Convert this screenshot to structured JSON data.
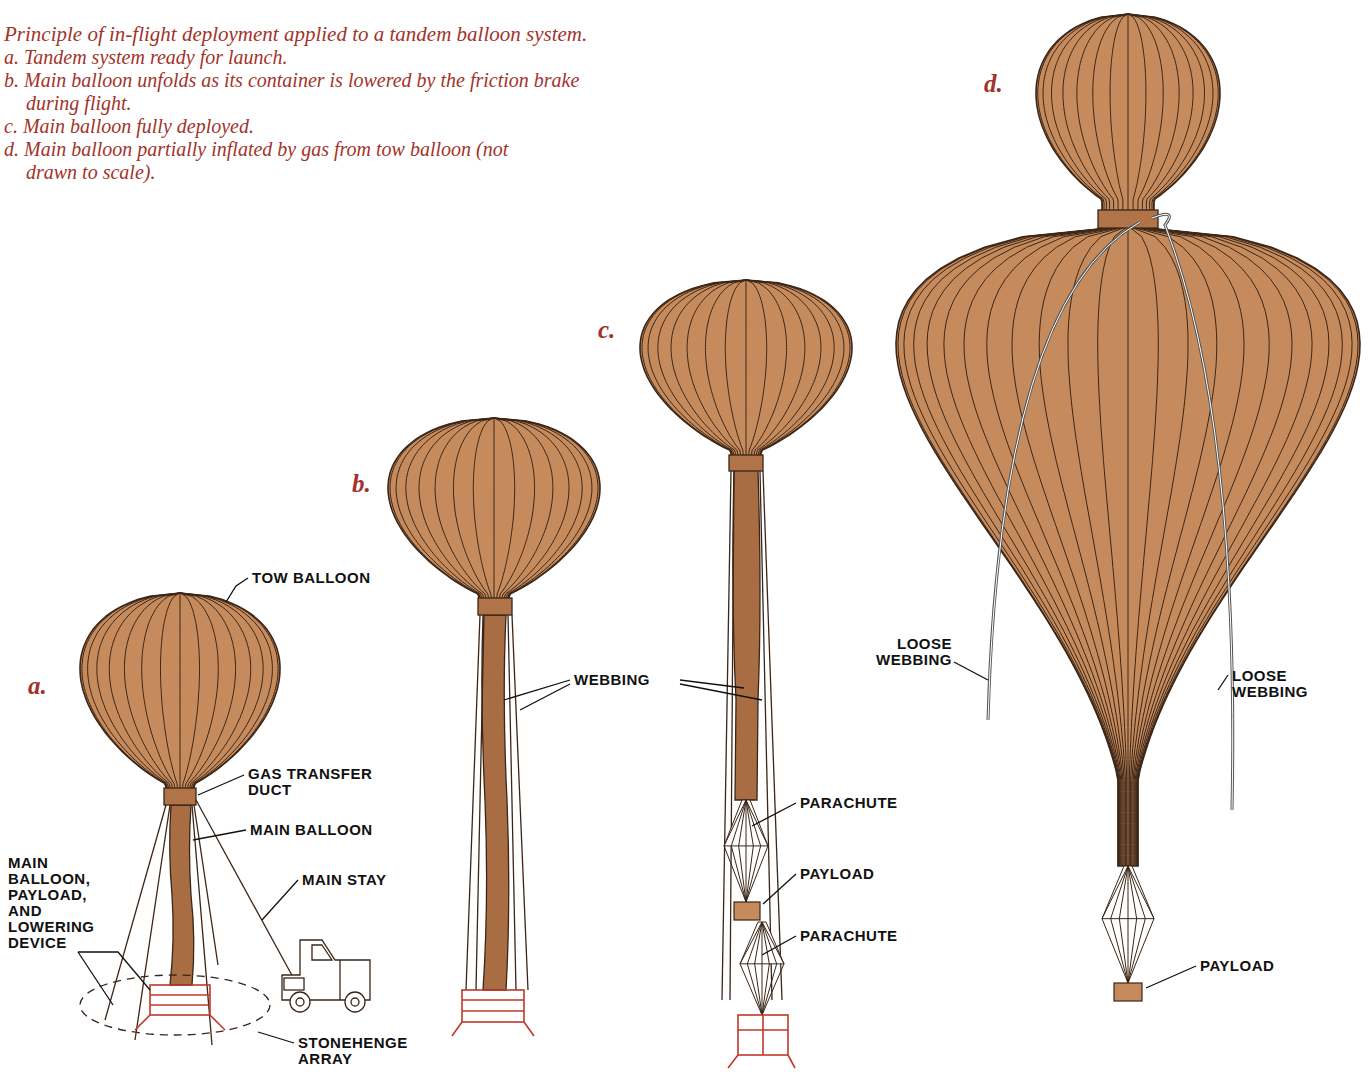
{
  "diagram": {
    "caption": "Principle of in-flight deployment applied to a tandem balloon system.",
    "labels": [
      "a. Tandem system ready for launch.",
      "b. Main balloon unfolds as its container is lowered by the friction brake during flight.",
      "c. Main balloon fully deployed.",
      "d. Main balloon partially inflated by gas from tow balloon (not drawn to scale).",
      "a.",
      "TOW BALLOON",
      "GAS TRANSFER DUCT",
      "MAIN BALLOON",
      "MAIN STAY",
      "MAIN BALLOON, PAYLOAD, AND LOWERING DEVICE",
      "STONEHENGE ARRAY",
      "b.",
      "WEBBING",
      "c.",
      "PARACHUTE",
      "PAYLOAD",
      "PARACHUTE",
      "d.",
      "LOOSE WEBBING",
      "LOOSE WEBBING",
      "PAYLOAD"
    ]
  }
}
